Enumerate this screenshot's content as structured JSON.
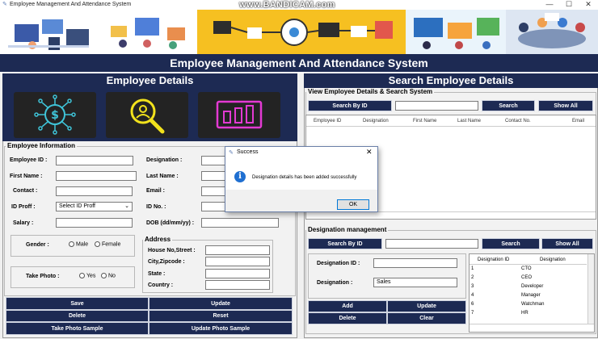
{
  "window": {
    "title": "Employee Management And Attendance System",
    "watermark": "www.BANDICAM.com",
    "controls": {
      "minimize": "—",
      "maximize": "☐",
      "close": "✕"
    }
  },
  "header": {
    "title": "Employee Management And Attendance System"
  },
  "employee_details": {
    "title": "Employee Details",
    "info_group": "Employee Information",
    "fields": {
      "employee_id": "Employee ID :",
      "designation": "Designation :",
      "first_name": "First Name :",
      "last_name": "Last Name :",
      "contact": "Contact :",
      "email": "Email :",
      "id_proof": "ID Proff :",
      "id_proof_value": "Select ID Proff",
      "id_no": "ID No. :",
      "salary": "Salary :",
      "dob": "DOB (dd/mm/yy) :"
    },
    "gender": {
      "label": "Gender :",
      "options": [
        "Male",
        "Female"
      ]
    },
    "take_photo": {
      "label": "Take Photo :",
      "options": [
        "Yes",
        "No"
      ]
    },
    "address": {
      "title": "Address",
      "house": "House No,Street :",
      "city": "City,Zipcode :",
      "state": "State :",
      "country": "Country :"
    },
    "buttons": {
      "save": "Save",
      "update": "Update",
      "delete": "Delete",
      "reset": "Reset",
      "take_photo_sample": "Take Photo Sample",
      "update_photo_sample": "Update Photo Sample"
    }
  },
  "search_panel": {
    "title": "Search Employee Details",
    "view_group": "View Employee Details & Search System",
    "search_by": "Search By ID",
    "search": "Search",
    "show_all": "Show All",
    "columns": [
      "Employee ID",
      "Designation",
      "First Name",
      "Last Name",
      "Contact No.",
      "Email"
    ]
  },
  "designation_mgmt": {
    "title": "Designation management",
    "search_by": "Search By ID",
    "search": "Search",
    "show_all": "Show All",
    "designation_id_label": "Designation ID :",
    "designation_label": "Designation :",
    "designation_value": "Sales",
    "buttons": {
      "add": "Add",
      "update": "Update",
      "delete": "Delete",
      "clear": "Clear"
    },
    "table_columns": [
      "Designation ID",
      "Designation"
    ],
    "rows": [
      {
        "id": "1",
        "name": "CTO"
      },
      {
        "id": "2",
        "name": "CEO"
      },
      {
        "id": "3",
        "name": "Developer"
      },
      {
        "id": "4",
        "name": "Manager"
      },
      {
        "id": "6",
        "name": "Watchman"
      },
      {
        "id": "7",
        "name": "HR"
      }
    ]
  },
  "dialog": {
    "title": "Success",
    "message": "Designation details has been added successfully",
    "ok": "OK"
  }
}
